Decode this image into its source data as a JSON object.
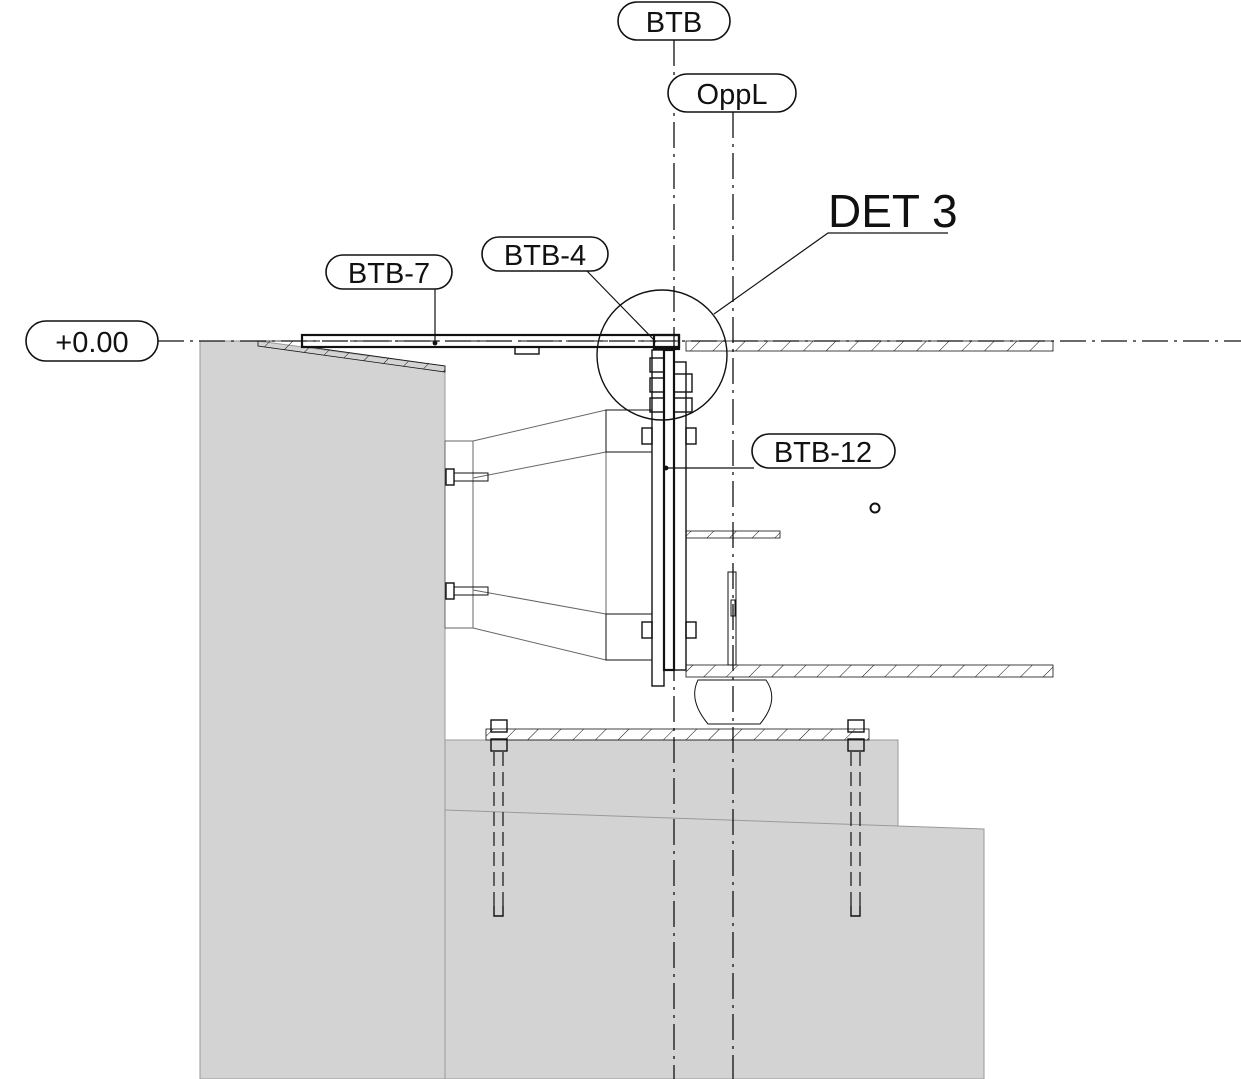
{
  "labels": {
    "btb": "BTB",
    "oppl": "OppL",
    "btb7": "BTB-7",
    "btb4": "BTB-4",
    "btb12": "BTB-12",
    "level": "+0.00",
    "detail": "DET 3"
  }
}
